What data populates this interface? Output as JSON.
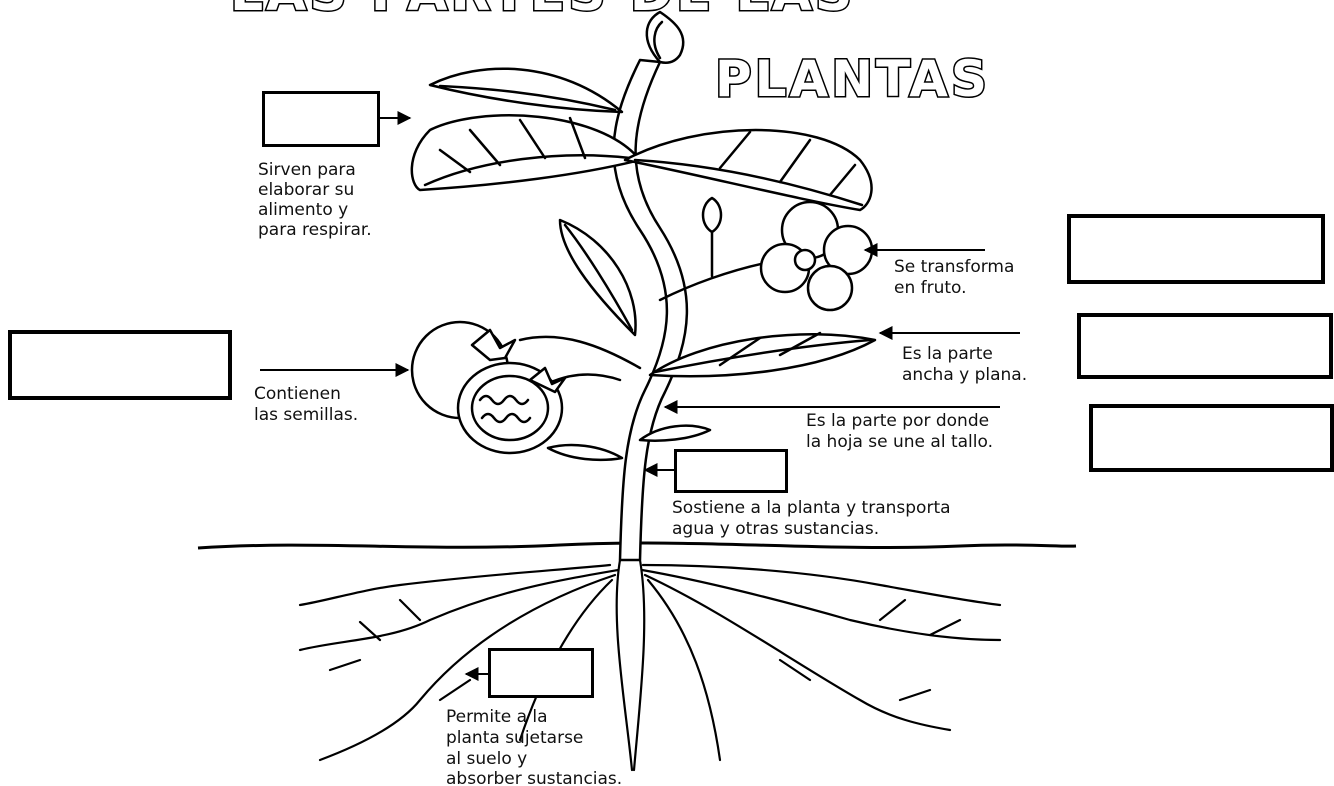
{
  "title": {
    "line1": "LAS PARTES DE LAS",
    "line2": "PLANTAS"
  },
  "labels": {
    "leaves": [
      "Sirven para",
      "elaborar su",
      "alimento y",
      "para respirar."
    ],
    "flower": [
      "Se transforma",
      "en fruto."
    ],
    "blade": [
      "Es la parte",
      "ancha y plana."
    ],
    "petiole": [
      "Es la parte por donde",
      "la hoja se une al tallo."
    ],
    "fruit": [
      "Contienen",
      "las semillas."
    ],
    "stem": [
      "Sostiene a la planta y transporta",
      "agua y otras sustancias."
    ],
    "root": [
      "Permite a la",
      "planta sujetarse",
      "al suelo y",
      "absorber sustancias."
    ]
  },
  "colors": {
    "ink": "#000000",
    "paper": "#ffffff"
  }
}
